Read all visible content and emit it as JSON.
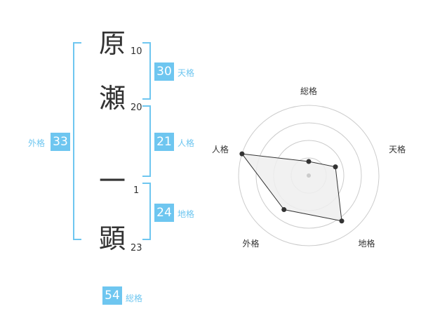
{
  "name": {
    "chars": [
      {
        "char": "原",
        "strokes": "10"
      },
      {
        "char": "瀬",
        "strokes": "20"
      },
      {
        "char": "一",
        "strokes": "1"
      },
      {
        "char": "顕",
        "strokes": "23"
      }
    ]
  },
  "fortune": {
    "tenkaku": {
      "value": "30",
      "label": "天格"
    },
    "jinkaku": {
      "value": "21",
      "label": "人格"
    },
    "chikaku": {
      "value": "24",
      "label": "地格"
    },
    "gaikaku": {
      "value": "33",
      "label": "外格"
    },
    "soukaku": {
      "value": "54",
      "label": "総格"
    }
  },
  "chart_data": {
    "type": "radar",
    "axes": [
      "総格",
      "天格",
      "地格",
      "外格",
      "人格"
    ],
    "values": [
      1,
      2,
      4,
      3,
      5
    ],
    "max": 5,
    "rings": 4,
    "colors": {
      "fill": "#eeeeee",
      "stroke": "#333333",
      "ring": "#cccccc",
      "accent": "#6ec6f0"
    }
  }
}
